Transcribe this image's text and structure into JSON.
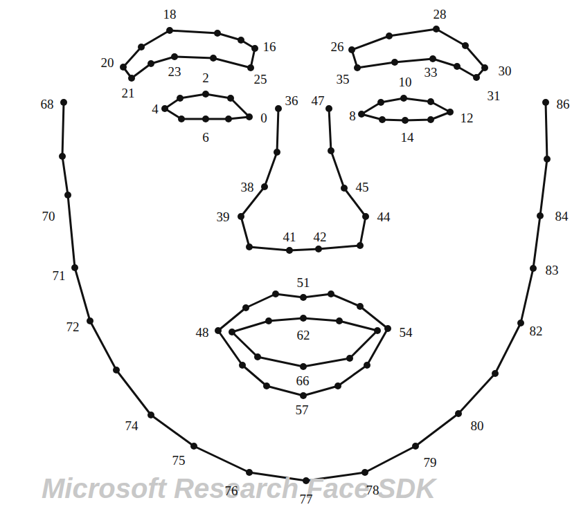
{
  "diagram": {
    "labels": [
      "18",
      "28",
      "16",
      "20",
      "26",
      "30",
      "23",
      "33",
      "21",
      "25",
      "35",
      "31",
      "2",
      "10",
      "68",
      "36",
      "47",
      "86",
      "4",
      "0",
      "8",
      "12",
      "6",
      "14",
      "38",
      "45",
      "70",
      "39",
      "44",
      "84",
      "41",
      "42",
      "71",
      "83",
      "51",
      "72",
      "48",
      "62",
      "54",
      "82",
      "66",
      "57",
      "74",
      "80",
      "75",
      "79",
      "76",
      "77",
      "78",
      "Microsoft Research Face SDK"
    ]
  }
}
